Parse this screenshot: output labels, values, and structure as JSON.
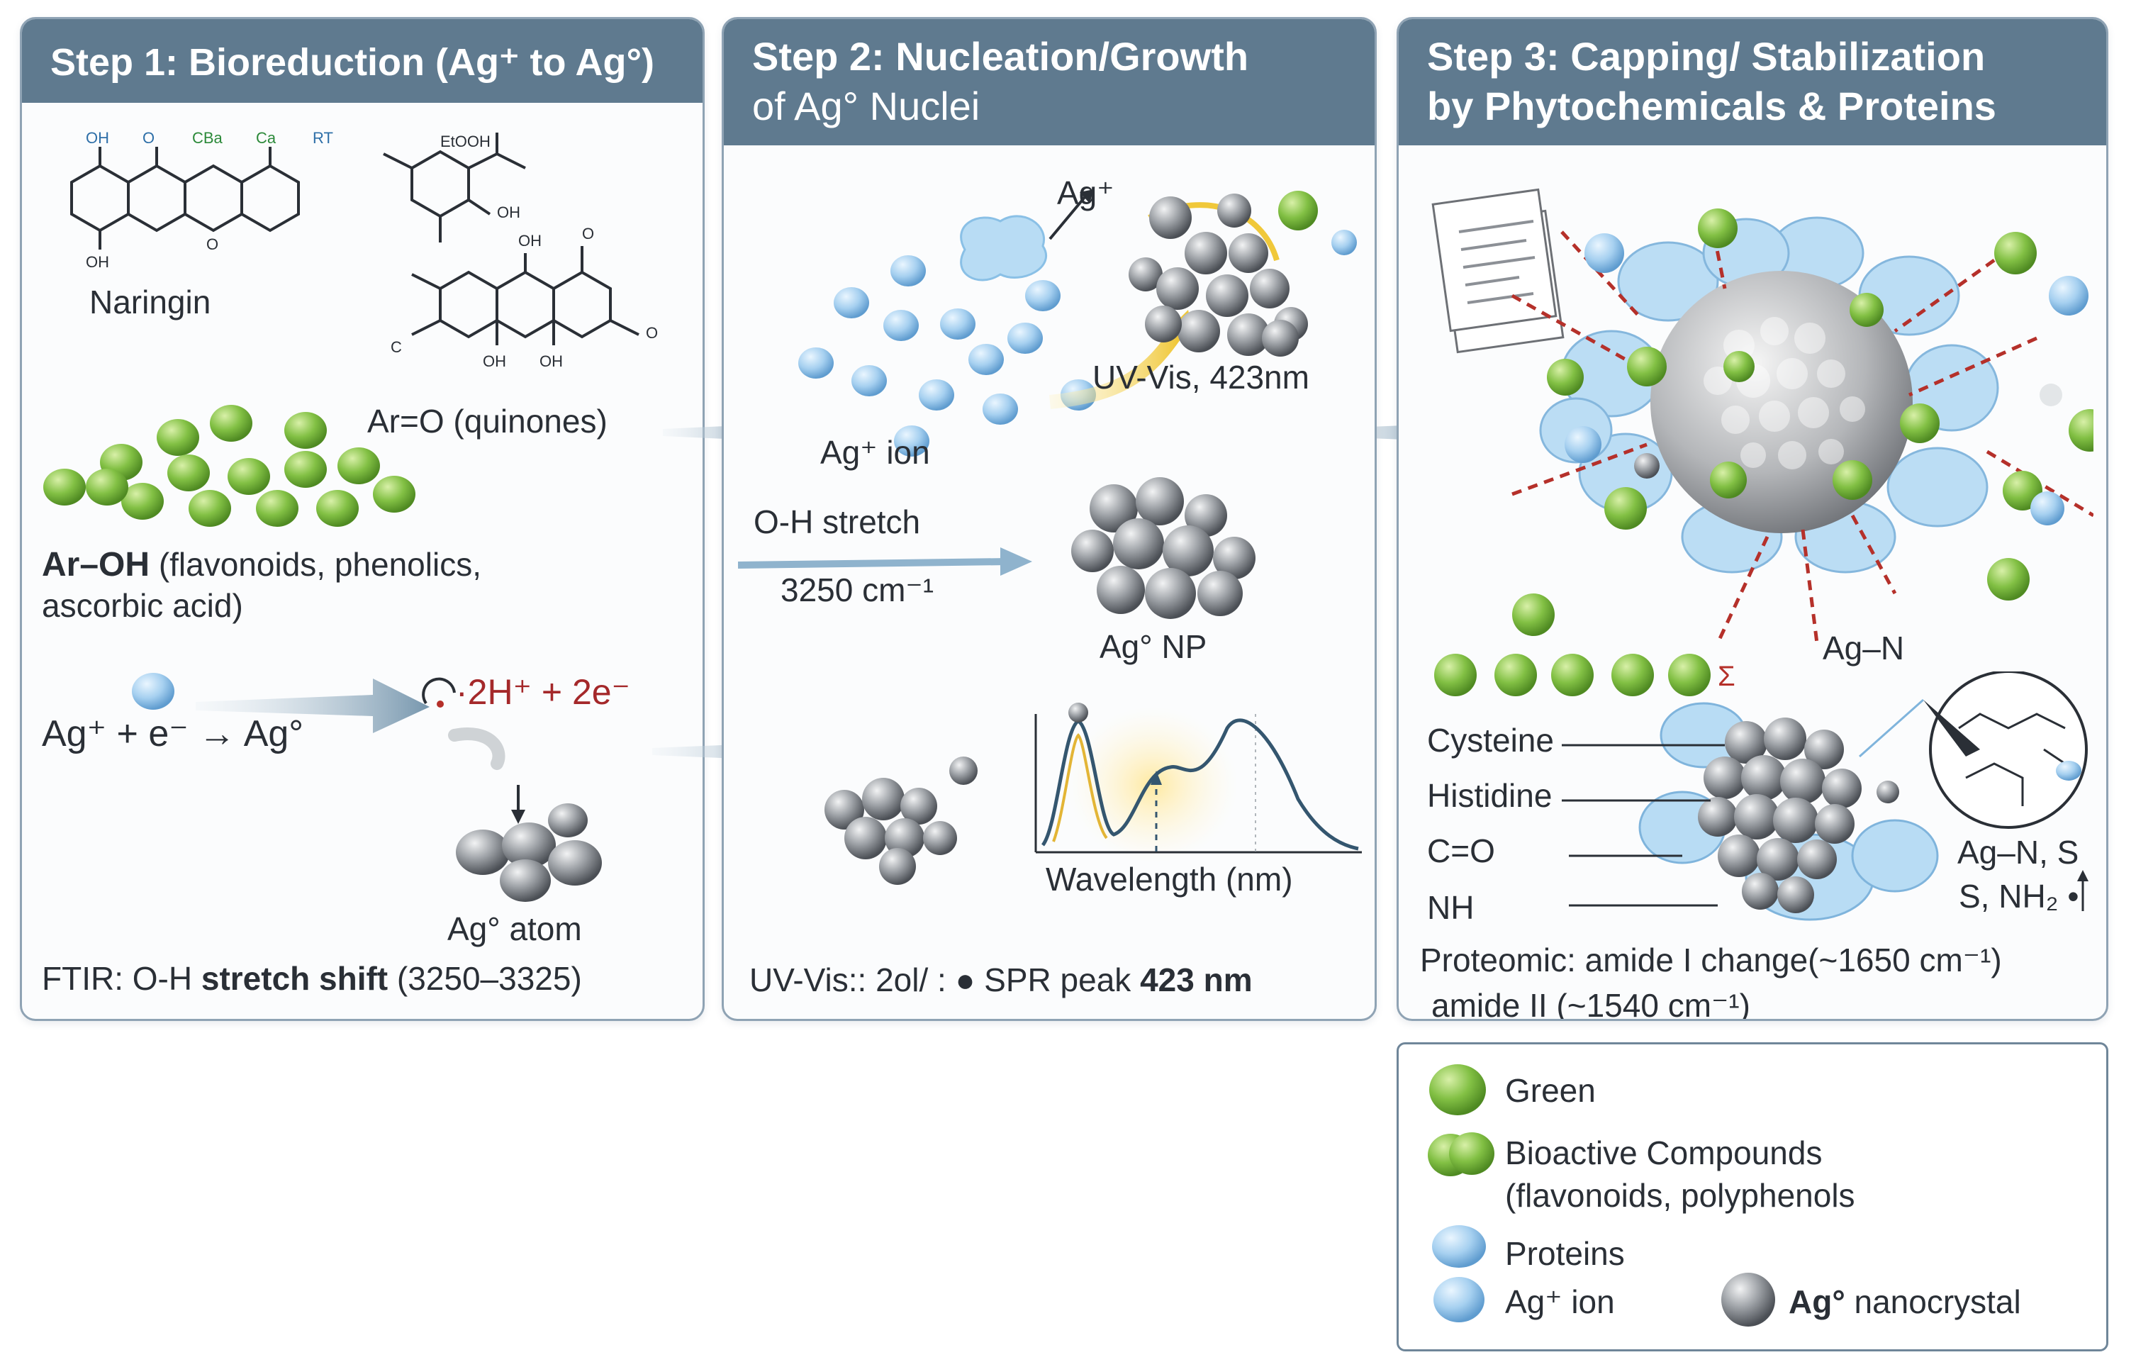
{
  "steps": [
    {
      "title_line1": "Step 1: Bioreduction (Ag⁺ to Ag°)",
      "title_line2": ""
    },
    {
      "title_line1": "Step 2: Nucleation/Growth",
      "title_line2": "of Ag° Nuclei"
    },
    {
      "title_line1": "Step 3: Capping/ Stabilization",
      "title_line2": "by Phytochemicals & Proteins"
    }
  ],
  "step1": {
    "naringin": "Naringin",
    "quinones": "Ar=O (quinones)",
    "aroh_bold": "Ar–OH",
    "aroh_rest": " (flavonoids, phenolics,",
    "aroh_line2": "ascorbic acid)",
    "equation": "Ag⁺ + e⁻ → Ag°",
    "electrons": "·2H⁺ + 2e⁻",
    "atom_label": "Ag° atom",
    "ftir_prefix": "FTIR: O-H ",
    "ftir_bold": "stretch shift",
    "ftir_suffix": " (3250–3325)"
  },
  "step2": {
    "ag_top": "Ag⁺",
    "uvvis_top": "UV-Vis, 423nm",
    "ion_label": "Ag⁺ ion",
    "oh_stretch": "O-H stretch",
    "wavenumber": "3250 cm⁻¹",
    "np_label": "Ag° NP",
    "wavelength_axis": "Wavelength (nm)",
    "uvvis_bottom_prefix": "UV-Vis:: 2ol/ : ● SPR peak ",
    "uvvis_bottom_bold": "423 nm"
  },
  "step3": {
    "ag_n": "Ag–N",
    "cysteine": "Cysteine",
    "histidine": "Histidine",
    "co": "C=O",
    "nh": "NH",
    "ag_n_s": "Ag–N, S",
    "s_nh2": "S, NH₂ •",
    "proteomic_line1": "Proteomic: amide I change(~1650 cm⁻¹)",
    "proteomic_line2": "amide II (~1540 cm⁻¹)"
  },
  "legend": {
    "green": "Green",
    "bioactive": "Bioactive Compounds",
    "bioactive_sub": "(flavonoids, polyphenols",
    "proteins": "Proteins",
    "ag_ion": "Ag⁺ ion",
    "ag_nano_bold": "Ag°",
    "ag_nano_rest": " nanocrystal"
  },
  "colors": {
    "header": "#5f7a8f",
    "green_sphere": "#7fbf3f",
    "blue_sphere": "#9cc9ec",
    "silver": "#8c9096",
    "red_dash": "#b5302a"
  }
}
